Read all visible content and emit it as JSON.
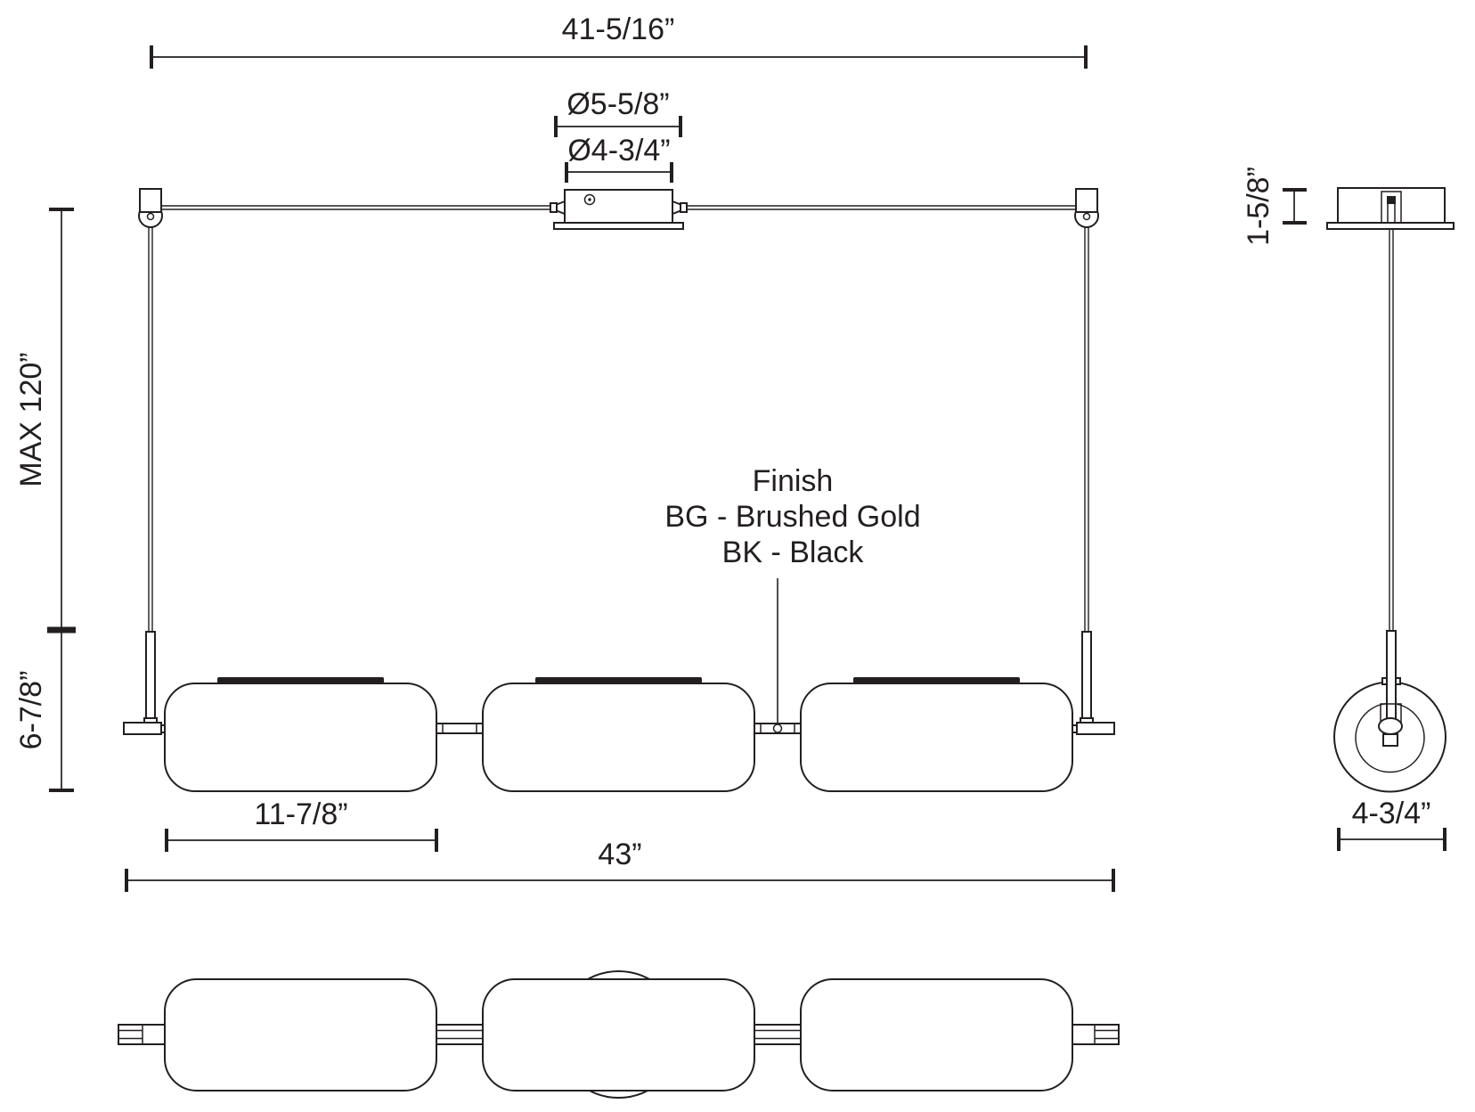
{
  "dimensions": {
    "suspension_width": "41-5/16”",
    "canopy_trim_diameter": "Ø5-5/8”",
    "canopy_body_diameter": "Ø4-3/4”",
    "max_suspension_height": "MAX 120”",
    "fixture_height": "6-7/8”",
    "shade_width": "11-7/8”",
    "overall_length": "43”",
    "canopy_height": "1-5/8”",
    "shade_depth": "4-3/4”"
  },
  "finish_note": {
    "title": "Finish",
    "options": [
      "BG - Brushed Gold",
      "BK - Black"
    ]
  },
  "colors": {
    "line": "#231f20",
    "background": "#ffffff"
  }
}
